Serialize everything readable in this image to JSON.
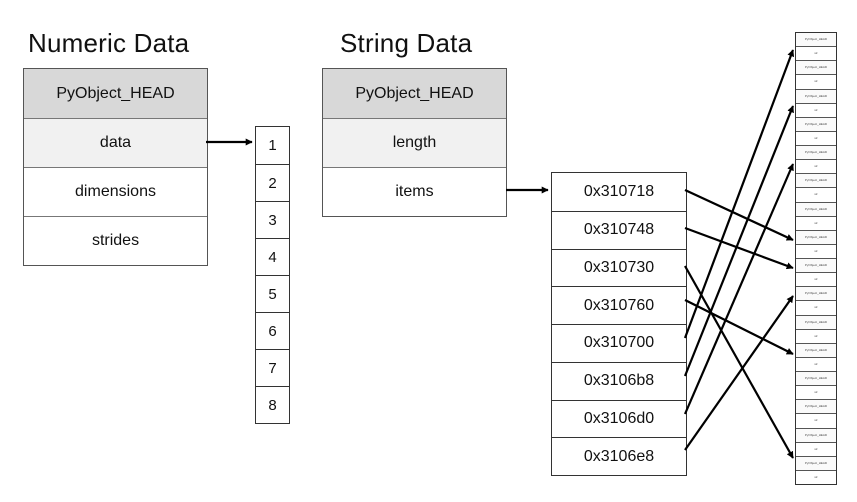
{
  "numeric": {
    "title": "Numeric Data",
    "fields": [
      "PyObject_HEAD",
      "data",
      "dimensions",
      "strides"
    ],
    "values": [
      "1",
      "2",
      "3",
      "4",
      "5",
      "6",
      "7",
      "8"
    ]
  },
  "string": {
    "title": "String Data",
    "fields": [
      "PyObject_HEAD",
      "length",
      "items"
    ],
    "pointers": [
      "0x310718",
      "0x310748",
      "0x310730",
      "0x310760",
      "0x310700",
      "0x3106b8",
      "0x3106d0",
      "0x3106e8"
    ]
  },
  "memory": {
    "block_head_text": "PyObject_HEAD",
    "block_value_text": "str"
  },
  "colors": {
    "line": "#000000",
    "header_fill": "#d8d8d8",
    "highlight_fill": "#f1f1f1"
  }
}
